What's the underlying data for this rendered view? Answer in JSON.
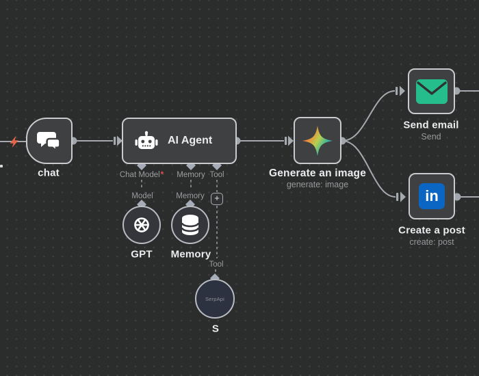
{
  "canvas": {
    "background_color": "#2b2c2c",
    "grid_dot_color": "#3e3f3f",
    "wire_color": "#a6aaaf",
    "lightning_color": "#e5654a"
  },
  "nodes": {
    "chat": {
      "label": "chat",
      "icon": "chat-bubbles-icon"
    },
    "ai_agent": {
      "title": "AI Agent",
      "icon": "robot-icon",
      "ports": [
        {
          "label": "Chat Model",
          "required_marker": "*"
        },
        {
          "label": "Memory",
          "required_marker": ""
        },
        {
          "label": "Tool",
          "required_marker": ""
        }
      ]
    },
    "generate_image": {
      "label": "Generate an image",
      "sublabel": "generate: image",
      "icon": "gemini-star-icon"
    },
    "send_email": {
      "label": "Send email",
      "sublabel": "Send",
      "icon": "envelope-icon",
      "icon_color": "#26bd8c"
    },
    "create_post": {
      "label": "Create a post",
      "sublabel": "create: post",
      "icon": "linkedin-icon",
      "icon_color": "#0a66c2"
    },
    "gpt": {
      "port_label": "Model",
      "label": "GPT",
      "icon": "openai-icon"
    },
    "memory": {
      "port_label": "Memory",
      "label": "Memory",
      "icon": "database-icon"
    },
    "serpapi": {
      "port_label": "Tool",
      "badge_text": "SerpApi",
      "label": "S"
    }
  },
  "controls": {
    "add_tool_label": "+"
  },
  "icons": {
    "chat-bubbles-icon": "speech bubbles glyph",
    "robot-icon": "robot head glyph",
    "openai-icon": "openai blossom glyph",
    "database-icon": "stacked cylinder glyph",
    "gemini-star-icon": "four-point gradient star",
    "envelope-icon": "green mail envelope",
    "linkedin-icon": "linkedin in badge",
    "plus-icon": "+",
    "lightning-icon": "orange bolt"
  },
  "status_colors": {
    "required_asterisk": "#e0524a"
  }
}
